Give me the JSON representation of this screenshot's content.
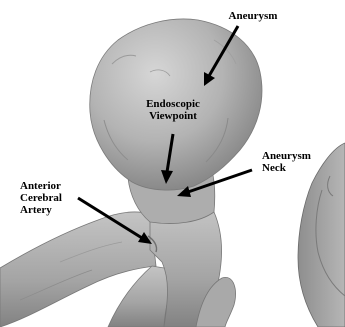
{
  "annotations": {
    "aneurysm": "Aneurysm",
    "endoscopic_viewpoint": {
      "line1": "Endoscopic",
      "line2": "Viewpoint"
    },
    "aneurysm_neck": {
      "line1": "Aneurysm",
      "line2": "Neck"
    },
    "anterior_cerebral_artery": {
      "line1": "Anterior",
      "line2": "Cerebral",
      "line3": "Artery"
    }
  },
  "colors": {
    "background": "#ffffff",
    "surface": "#b4b4b4",
    "text": "#000000"
  }
}
